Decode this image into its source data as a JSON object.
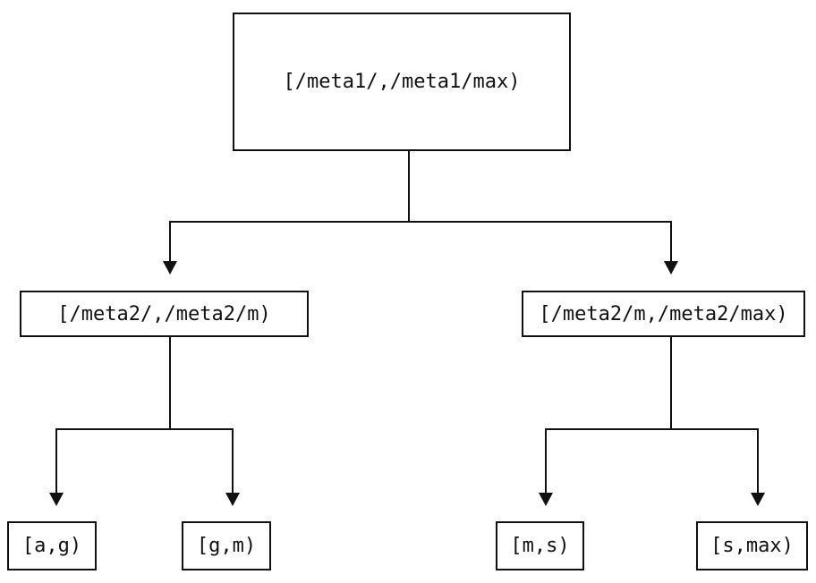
{
  "diagram": {
    "type": "binary-tree",
    "description": "Key-range partition tree",
    "nodes": {
      "root": {
        "label": "[/meta1/,/meta1/max)"
      },
      "left_mid": {
        "label": "[/meta2/,/meta2/m)"
      },
      "right_mid": {
        "label": "[/meta2/m,/meta2/max)"
      },
      "leaf_ag": {
        "label": "[a,g)"
      },
      "leaf_gm": {
        "label": "[g,m)"
      },
      "leaf_ms": {
        "label": "[m,s)"
      },
      "leaf_smax": {
        "label": "[s,max)"
      }
    },
    "edges": [
      {
        "from": "root",
        "to": "left_mid"
      },
      {
        "from": "root",
        "to": "right_mid"
      },
      {
        "from": "left_mid",
        "to": "leaf_ag"
      },
      {
        "from": "left_mid",
        "to": "leaf_gm"
      },
      {
        "from": "right_mid",
        "to": "leaf_ms"
      },
      {
        "from": "right_mid",
        "to": "leaf_smax"
      }
    ],
    "colors": {
      "line": "#111111",
      "text": "#111111",
      "background": "#ffffff"
    }
  }
}
